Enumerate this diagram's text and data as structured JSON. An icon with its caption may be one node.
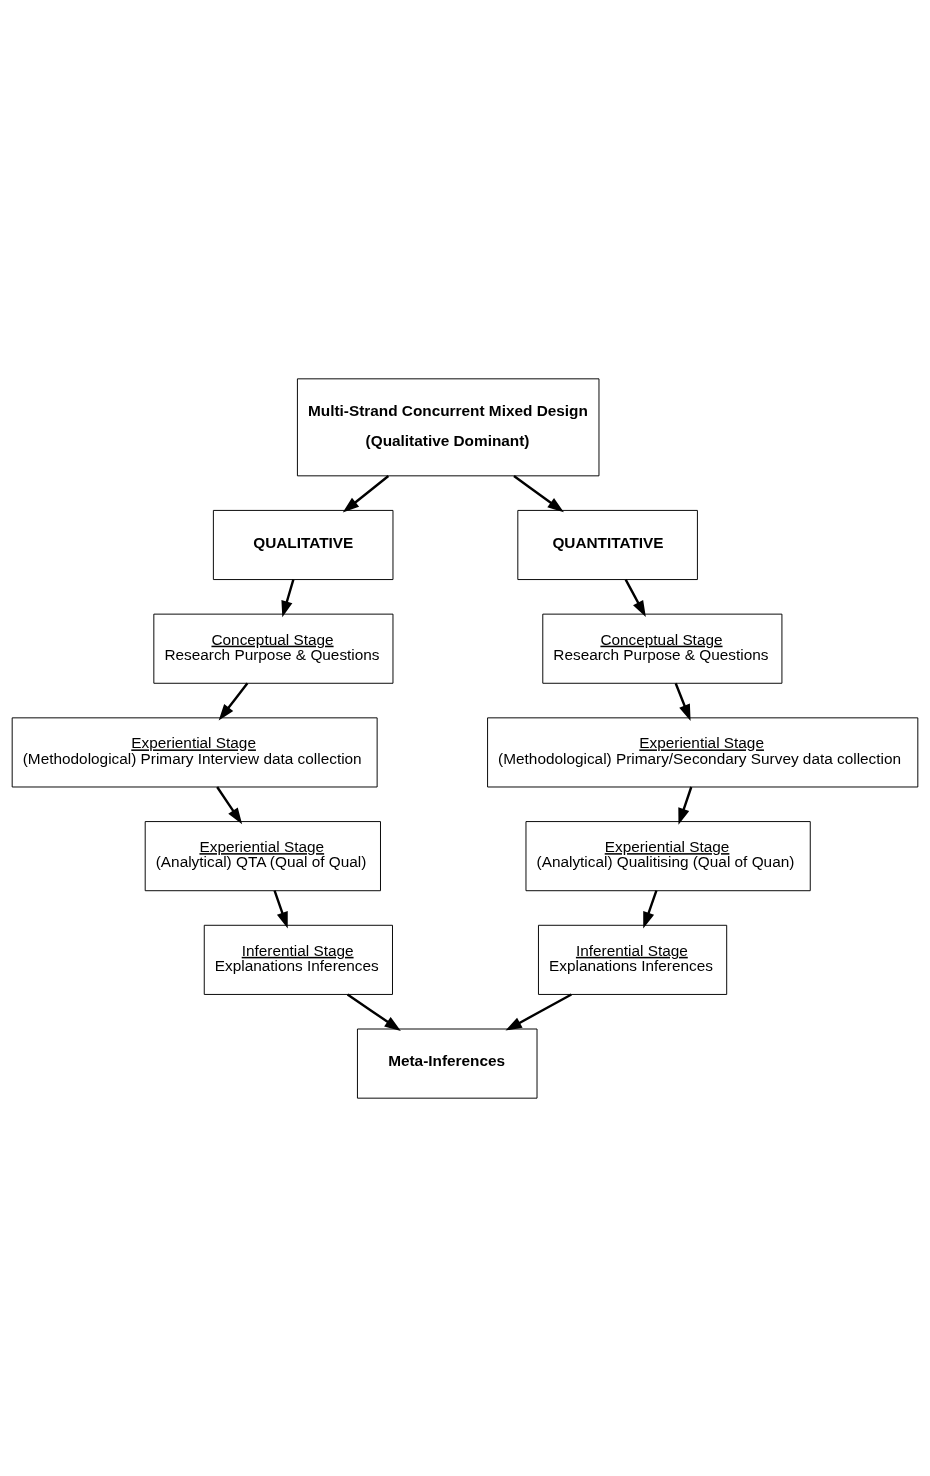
{
  "diagram": {
    "nodes": [
      {
        "text": [
          "Multi-Strand Concurrent Mixed Design",
          "(Qualitative Dominant)"
        ]
      },
      {
        "text": [
          "QUALITATIVE"
        ]
      },
      {
        "text": [
          "QUANTITATIVE"
        ]
      },
      {
        "text": [
          "Conceptual Stage",
          "Research Purpose & Questions"
        ]
      },
      {
        "text": [
          "Conceptual Stage",
          "Research Purpose & Questions"
        ]
      },
      {
        "text": [
          "Experiential Stage",
          "(Methodological) Primary Interview data collection"
        ]
      },
      {
        "text": [
          "Experiential Stage",
          "(Methodological) Primary/Secondary Survey data collection"
        ]
      },
      {
        "text": [
          "Experiential Stage",
          "(Analytical) QTA (Qual of Qual)"
        ]
      },
      {
        "text": [
          "Experiential Stage",
          "(Analytical) Qualitising (Qual of Quan)"
        ]
      },
      {
        "text": [
          "Inferential Stage",
          "Explanations Inferences"
        ]
      },
      {
        "text": [
          "Inferential Stage",
          "Explanations Inferences"
        ]
      },
      {
        "text": [
          "Meta-Inferences"
        ]
      }
    ],
    "edges": [
      {
        "from": 0,
        "to": 1,
        "arrow": "to"
      },
      {
        "from": 0,
        "to": 2,
        "arrow": "to"
      },
      {
        "from": 1,
        "to": 3,
        "arrow": "to"
      },
      {
        "from": 2,
        "to": 4,
        "arrow": "to"
      },
      {
        "from": 3,
        "to": 5,
        "arrow": "to"
      },
      {
        "from": 4,
        "to": 6,
        "arrow": "to"
      },
      {
        "from": 5,
        "to": 7,
        "arrow": "to"
      },
      {
        "from": 6,
        "to": 8,
        "arrow": "to"
      },
      {
        "from": 7,
        "to": 9,
        "arrow": "to"
      },
      {
        "from": 8,
        "to": 10,
        "arrow": "to"
      },
      {
        "from": 9,
        "to": 11,
        "arrow": "to"
      },
      {
        "from": 10,
        "to": 11,
        "arrow": "to"
      }
    ]
  }
}
